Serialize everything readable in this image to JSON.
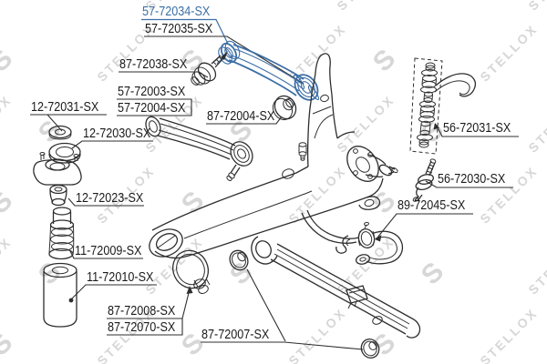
{
  "watermark": {
    "text": "STELLOX",
    "logo_char": "S"
  },
  "colors": {
    "highlight": "#3c6fa6",
    "line": "#2e2e2e",
    "label": "#1b1b1b",
    "watermark": "#d7d7d7",
    "background": "#ffffff"
  },
  "diagram": {
    "name": "rear-suspension-exploded-parts-diagram"
  },
  "labels": [
    {
      "id": "57-72034",
      "text": "57-72034-SX",
      "highlighted": true
    },
    {
      "id": "57-72035",
      "text": "57-72035-SX",
      "highlighted": false
    },
    {
      "id": "87-72038",
      "text": "87-72038-SX",
      "highlighted": false
    },
    {
      "id": "57-72003",
      "text": "57-72003-SX",
      "highlighted": false
    },
    {
      "id": "57-72004",
      "text": "57-72004-SX",
      "highlighted": false
    },
    {
      "id": "87-72004",
      "text": "87-72004-SX",
      "highlighted": false
    },
    {
      "id": "12-72031",
      "text": "12-72031-SX",
      "highlighted": false
    },
    {
      "id": "12-72030",
      "text": "12-72030-SX",
      "highlighted": false
    },
    {
      "id": "12-72023",
      "text": "12-72023-SX",
      "highlighted": false
    },
    {
      "id": "11-72009",
      "text": "11-72009-SX",
      "highlighted": false
    },
    {
      "id": "11-72010",
      "text": "11-72010-SX",
      "highlighted": false
    },
    {
      "id": "87-72008",
      "text": "87-72008-SX",
      "highlighted": false
    },
    {
      "id": "87-72070",
      "text": "87-72070-SX",
      "highlighted": false
    },
    {
      "id": "87-72007",
      "text": "87-72007-SX",
      "highlighted": false
    },
    {
      "id": "89-72045",
      "text": "89-72045-SX",
      "highlighted": false
    },
    {
      "id": "56-72030",
      "text": "56-72030-SX",
      "highlighted": false
    },
    {
      "id": "56-72031",
      "text": "56-72031-SX",
      "highlighted": false
    }
  ]
}
